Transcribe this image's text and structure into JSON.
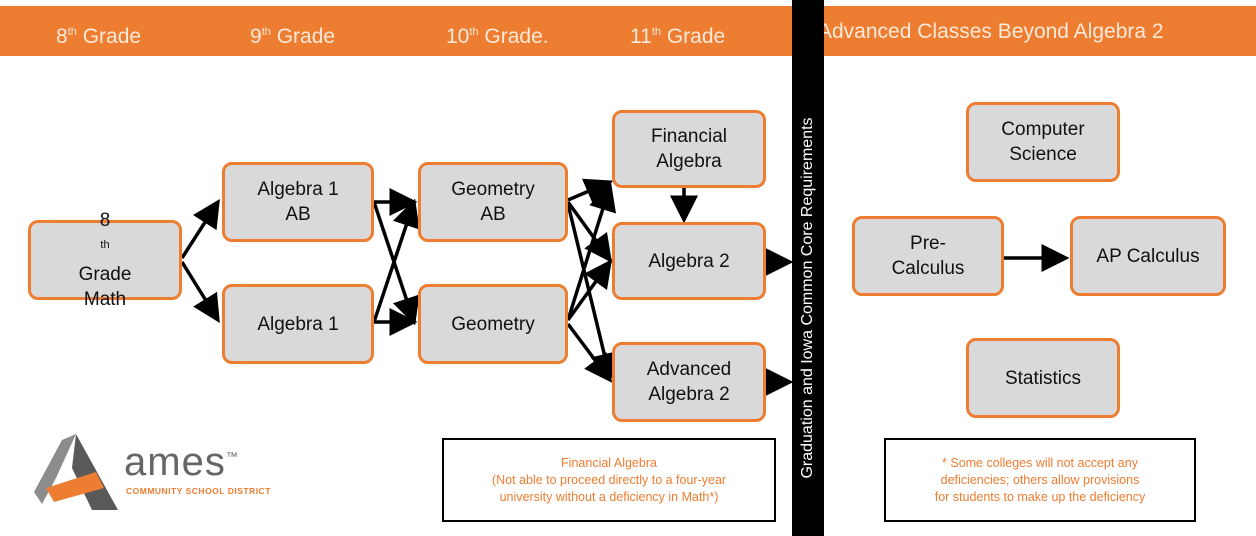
{
  "header": {
    "cols": [
      {
        "main": "8",
        "sup": "th",
        "rest": " Grade"
      },
      {
        "main": "9",
        "sup": "th",
        "rest": " Grade"
      },
      {
        "main": "10",
        "sup": "th",
        "rest": " Grade."
      },
      {
        "main": "11",
        "sup": "th",
        "rest": " Grade"
      },
      {
        "main": "Advanced Classes Beyond Algebra 2",
        "sup": "",
        "rest": ""
      }
    ]
  },
  "divider_text": "Graduation and Iowa Common Core Requirements",
  "boxes": {
    "grade8_math": {
      "line1_main": "8",
      "line1_sup": "th",
      "line1_rest": " Grade",
      "line2": "Math"
    },
    "algebra1_ab": {
      "line1": "Algebra 1",
      "line2": "AB"
    },
    "algebra1": {
      "line1": "Algebra 1"
    },
    "geometry_ab": {
      "line1": "Geometry",
      "line2": "AB"
    },
    "geometry": {
      "line1": "Geometry"
    },
    "financial_algebra": {
      "line1": "Financial",
      "line2": "Algebra"
    },
    "algebra2": {
      "line1": "Algebra 2"
    },
    "advanced_algebra2": {
      "line1": "Advanced",
      "line2": "Algebra 2"
    },
    "computer_science": {
      "line1": "Computer",
      "line2": "Science"
    },
    "pre_calculus": {
      "line1": "Pre-",
      "line2": "Calculus"
    },
    "ap_calculus": {
      "line1": "AP Calculus"
    },
    "statistics": {
      "line1": "Statistics"
    }
  },
  "notes": {
    "financial": {
      "line1": "Financial Algebra",
      "line2": "(Not able to proceed directly to a four-year",
      "line3": "university without a deficiency in Math*)"
    },
    "colleges": {
      "line1": "* Some colleges will not accept any",
      "line2": "deficiencies; others allow provisions",
      "line3": "for students to make up the deficiency"
    }
  },
  "logo": {
    "word": "ames",
    "tm": "™",
    "sub": "COMMUNITY SCHOOL DISTRICT"
  },
  "colors": {
    "accent": "#ED7D31",
    "box_fill": "#d9d9d9",
    "divider": "#000000"
  }
}
